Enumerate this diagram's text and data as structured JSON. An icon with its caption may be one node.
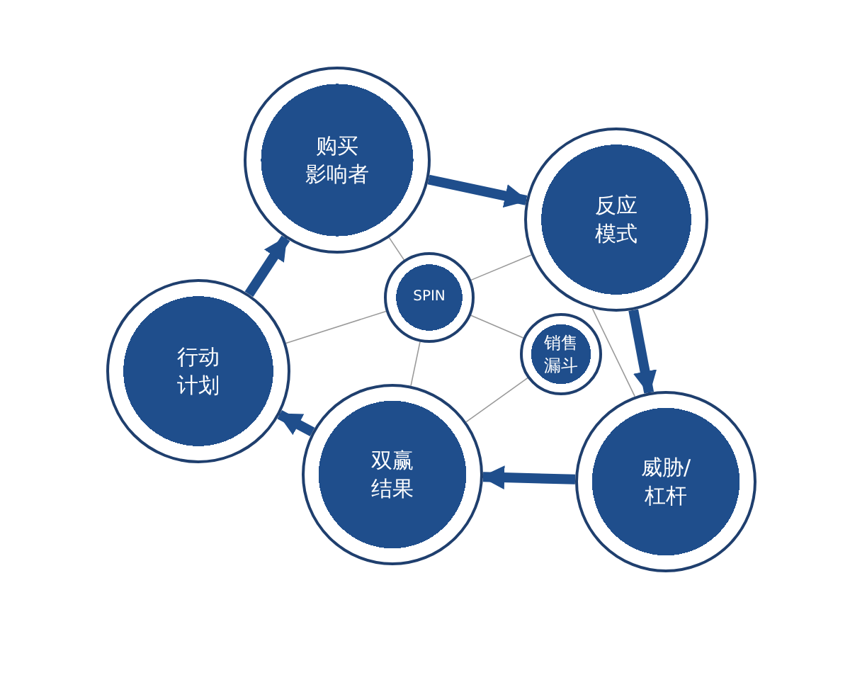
{
  "diagram": {
    "nodes": [
      {
        "text": [
          "购买影响者"
        ]
      },
      {
        "text": [
          "反应模式"
        ]
      },
      {
        "text": [
          "威胁/杠杆"
        ]
      },
      {
        "text": [
          "双赢结果"
        ]
      },
      {
        "text": [
          "行动计划"
        ]
      },
      {
        "text": [
          "SPIN"
        ]
      },
      {
        "text": [
          "销售漏斗"
        ]
      }
    ],
    "edges": [
      {
        "from": 0,
        "to": 1,
        "arrow": "to",
        "style": "thick",
        "color": "#1f4e8c"
      },
      {
        "from": 1,
        "to": 2,
        "arrow": "to",
        "style": "thick",
        "color": "#1f4e8c"
      },
      {
        "from": 2,
        "to": 3,
        "arrow": "to",
        "style": "thick",
        "color": "#1f4e8c"
      },
      {
        "from": 3,
        "to": 4,
        "arrow": "to",
        "style": "thick",
        "color": "#1f4e8c"
      },
      {
        "from": 4,
        "to": 0,
        "arrow": "to",
        "style": "thick",
        "color": "#1f4e8c"
      },
      {
        "from": 0,
        "to": 5,
        "arrow": "none"
      },
      {
        "from": 5,
        "to": 1,
        "arrow": "none"
      },
      {
        "from": 5,
        "to": 4,
        "arrow": "none"
      },
      {
        "from": 5,
        "to": 3,
        "arrow": "none"
      },
      {
        "from": 5,
        "to": 6,
        "arrow": "none"
      },
      {
        "from": 6,
        "to": 3,
        "arrow": "none"
      },
      {
        "from": 1,
        "to": 2,
        "arrow": "none"
      }
    ]
  }
}
